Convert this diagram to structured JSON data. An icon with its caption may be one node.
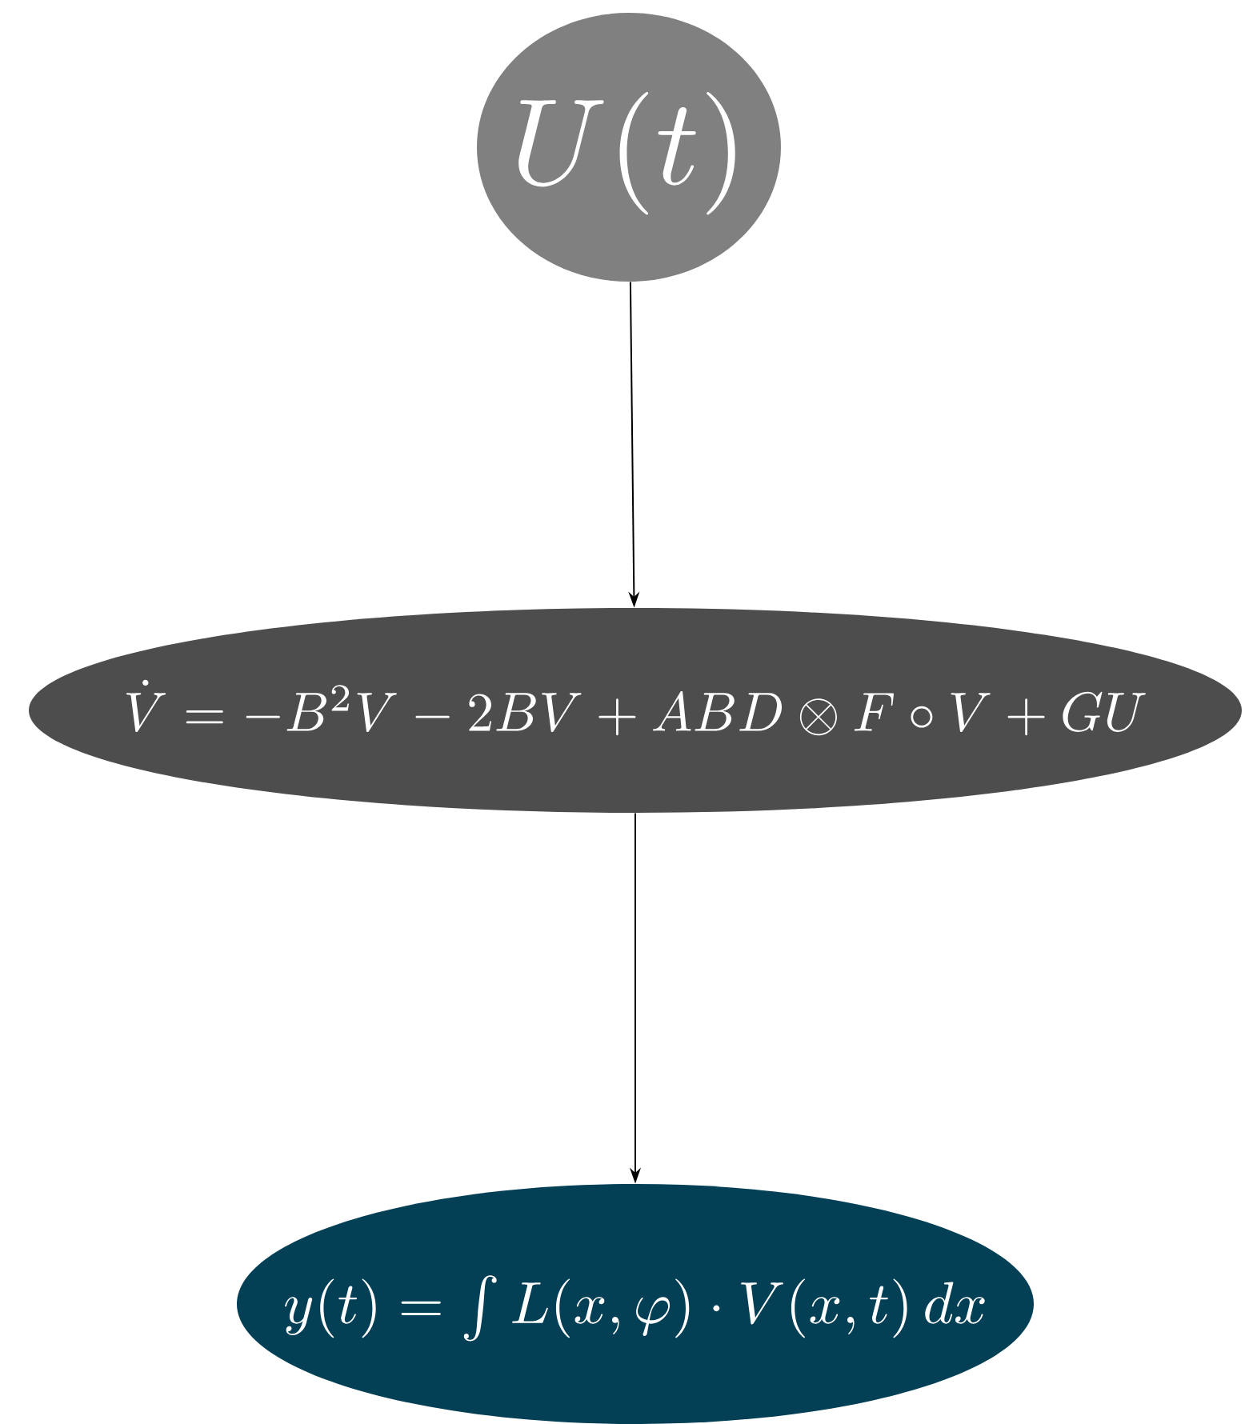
{
  "diagram": {
    "nodes": [
      {
        "text": [
          "U(t)"
        ]
      },
      {
        "text": [
          "\\dot{V} = -B^{2}V - 2BV + ABD \\otimes F \\circ V + GU"
        ]
      },
      {
        "text": [
          "y(t) = \\int L(x,\\varphi)\\cdot V(x,t)\\,dx"
        ]
      }
    ],
    "edges": [
      {
        "from": 0,
        "to": 1,
        "arrow": "to"
      },
      {
        "from": 1,
        "to": 2,
        "arrow": "to"
      }
    ]
  }
}
